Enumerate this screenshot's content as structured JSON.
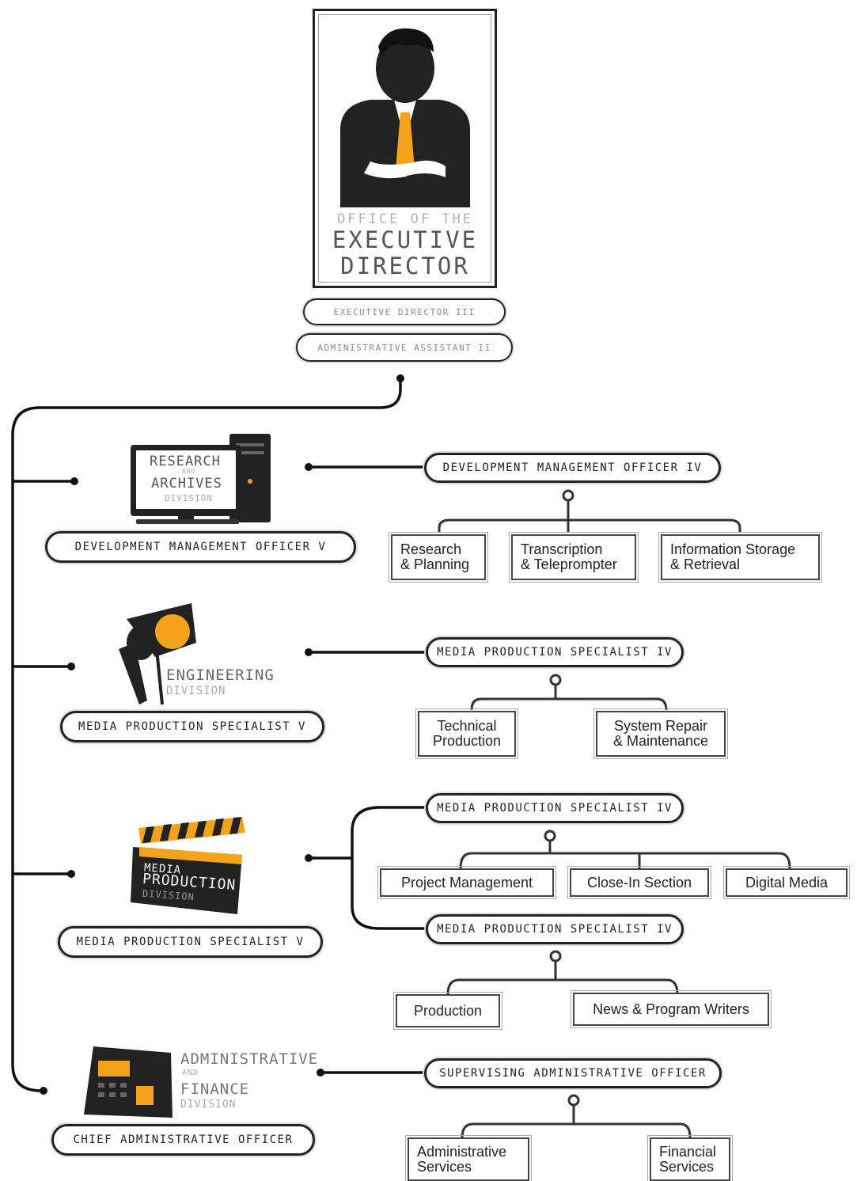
{
  "header": {
    "title_line1": "OFFICE OF THE",
    "title_line2": "EXECUTIVE",
    "title_line3": "DIRECTOR",
    "positions": [
      "EXECUTIVE DIRECTOR III",
      "ADMINISTRATIVE ASSISTANT II"
    ]
  },
  "divisions": [
    {
      "name_lines": [
        "RESEARCH",
        "AND",
        "ARCHIVES",
        "DIVISION"
      ],
      "head": "DEVELOPMENT MANAGEMENT OFFICER V",
      "groups": [
        {
          "head": "DEVELOPMENT MANAGEMENT OFFICER IV",
          "units": [
            "Research\n& Planning",
            "Transcription\n& Teleprompter",
            "Information Storage\n& Retrieval"
          ]
        }
      ]
    },
    {
      "name_lines": [
        "ENGINEERING",
        "DIVISION"
      ],
      "head": "MEDIA PRODUCTION SPECIALIST V",
      "groups": [
        {
          "head": "MEDIA PRODUCTION SPECIALIST IV",
          "units": [
            "Technical\nProduction",
            "System Repair\n& Maintenance"
          ]
        }
      ]
    },
    {
      "name_lines": [
        "MEDIA",
        "PRODUCTION",
        "DIVISION"
      ],
      "head": "MEDIA PRODUCTION SPECIALIST V",
      "groups": [
        {
          "head": "MEDIA PRODUCTION SPECIALIST IV",
          "units": [
            "Project Management",
            "Close-In Section",
            "Digital Media"
          ]
        },
        {
          "head": "MEDIA PRODUCTION SPECIALIST IV",
          "units": [
            "Production",
            "News & Program Writers"
          ]
        }
      ]
    },
    {
      "name_lines": [
        "ADMINISTRATIVE",
        "AND",
        "FINANCE",
        "DIVISION"
      ],
      "head": "CHIEF ADMINISTRATIVE OFFICER",
      "groups": [
        {
          "head": "SUPERVISING ADMINISTRATIVE OFFICER",
          "units": [
            "Administrative\nServices",
            "Financial\nServices"
          ]
        }
      ]
    }
  ],
  "colors": {
    "accent": "#f2a31b",
    "ink": "#222222",
    "muted": "#9a9a9a",
    "box_border": "#444444"
  }
}
